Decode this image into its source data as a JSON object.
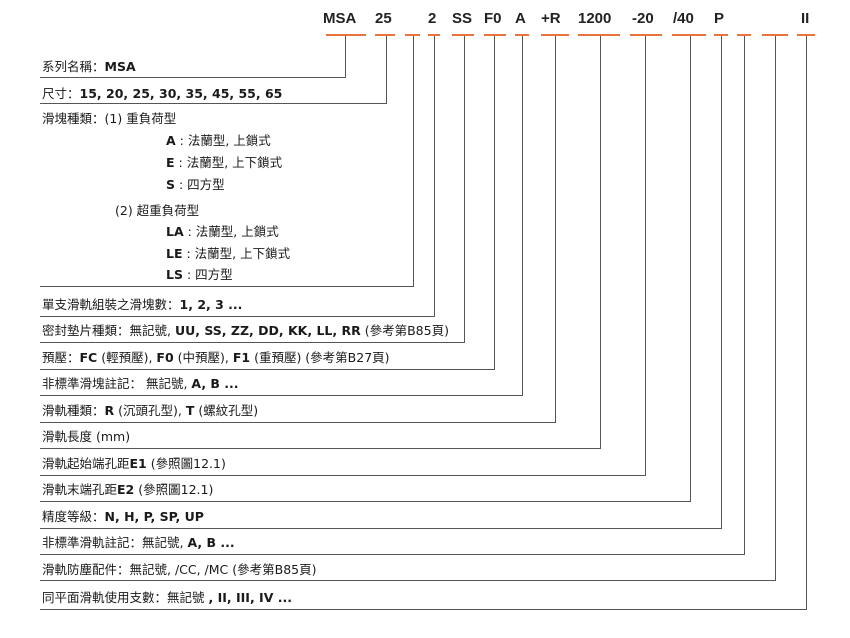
{
  "header": {
    "codes": [
      "MSA",
      "25",
      "",
      "2",
      "SS",
      "F0",
      "A",
      "+R",
      "1200",
      "-20",
      "/40",
      "P",
      "",
      "",
      "II"
    ]
  },
  "rows": {
    "series": {
      "label": "系列名稱：",
      "value": "MSA"
    },
    "size": {
      "label": "尺寸：",
      "value": "15, 20, 25, 30, 35, 45, 55, 65"
    },
    "block_type": {
      "label": "滑塊種類：",
      "heavy_title": "(1) 重負荷型",
      "heavy_items": [
        {
          "code": "A",
          "text": " : 法蘭型, 上鎖式"
        },
        {
          "code": "E",
          "text": " : 法蘭型, 上下鎖式"
        },
        {
          "code": "S",
          "text": " : 四方型"
        }
      ],
      "super_title": "(2) 超重負荷型",
      "super_items": [
        {
          "code": "LA",
          "text": " : 法蘭型, 上鎖式"
        },
        {
          "code": "LE",
          "text": " : 法蘭型, 上下鎖式"
        },
        {
          "code": "LS",
          "text": " : 四方型"
        }
      ]
    },
    "blocks_per_rail": {
      "label": "單支滑軌組裝之滑塊數：",
      "value": "1, 2, 3 ..."
    },
    "seal": {
      "label": "密封墊片種類：無記號, ",
      "value": "UU, SS, ZZ, DD, KK, LL, RR",
      "suffix": " (參考第B85頁)"
    },
    "preload": {
      "label": "預壓：",
      "fc": "FC",
      "fc_text": " (輕預壓), ",
      "f0": "F0",
      "f0_text": " (中預壓), ",
      "f1": "F1",
      "f1_text": " (重預壓)  (參考第B27頁)"
    },
    "nonstd_block": {
      "label": "非標準滑塊註記： 無記號, ",
      "value": "A, B ..."
    },
    "rail_type": {
      "label": "滑軌種類：",
      "r": "R",
      "r_text": " (沉頭孔型), ",
      "t": "T",
      "t_text": " (螺紋孔型)"
    },
    "rail_length": {
      "label": "滑軌長度 (mm)"
    },
    "e1": {
      "label": "滑軌起始端孔距",
      "code": "E1",
      "suffix": " (參照圖12.1)"
    },
    "e2": {
      "label": "滑軌末端孔距",
      "code": "E2",
      "suffix": " (參照圖12.1)"
    },
    "accuracy": {
      "label": "精度等級：",
      "value": "N, H, P, SP, UP"
    },
    "nonstd_rail": {
      "label": "非標準滑軌註記：無記號, ",
      "value": "A, B ..."
    },
    "dust": {
      "label": "滑軌防塵配件：無記號, /CC, /MC (參考第B85頁)"
    },
    "same_plane": {
      "label": "同平面滑軌使用支數：無記號 ",
      "value": ", II, III, IV ..."
    }
  },
  "colors": {
    "accent": "#e8743b",
    "line": "#555555",
    "text": "#1a1a1a"
  }
}
